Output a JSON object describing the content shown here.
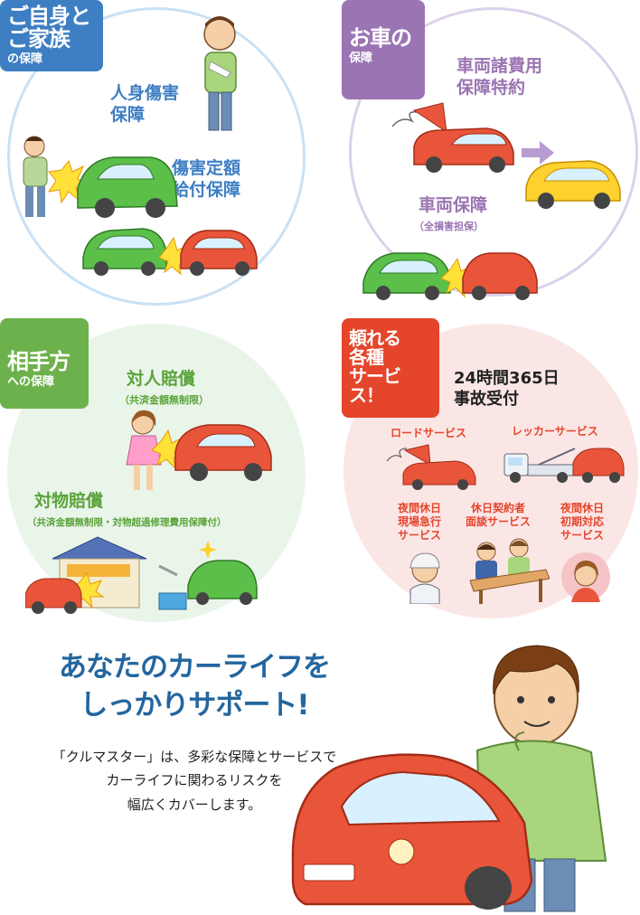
{
  "q1": {
    "tag_line1": "ご自身と",
    "tag_line2": "ご家族",
    "tag_line3": "の保障",
    "item1_l1": "人身傷害",
    "item1_l2": "保障",
    "item2_l1": "傷害定額",
    "item2_l2": "給付保障"
  },
  "q2": {
    "tag_line1": "お車の",
    "tag_line2": "保障",
    "item1_l1": "車両諸費用",
    "item1_l2": "保障特約",
    "item2": "車両保障",
    "item2_sub": "（全損害担保）"
  },
  "q3": {
    "tag_line1": "相手方",
    "tag_line2": "への保障",
    "item1": "対人賠償",
    "item1_sub": "（共済金額無制限）",
    "item2": "対物賠償",
    "item2_sub": "（共済金額無制限・対物超過修理費用保障付）"
  },
  "q4": {
    "tag_line1": "頼れる",
    "tag_line2": "各種",
    "tag_line3": "サービス！",
    "headline_l1": "24時間365日",
    "headline_l2": "事故受付",
    "svc1": "ロードサービス",
    "svc2": "レッカーサービス",
    "svc3_l1": "夜間休日",
    "svc3_l2": "現場急行",
    "svc3_l3": "サービス",
    "svc4_l1": "休日契約者",
    "svc4_l2": "面談サービス",
    "svc5_l1": "夜間休日",
    "svc5_l2": "初期対応",
    "svc5_l3": "サービス"
  },
  "bottom": {
    "title_l1": "あなたのカーライフを",
    "title_l2": "しっかりサポート!",
    "body_l1": "「クルマスター」は、多彩な保障とサービスで",
    "body_l2": "カーライフに関わるリスクを",
    "body_l3": "幅広くカバーします。"
  },
  "colors": {
    "blue": "#3e7ec3",
    "purple": "#9b74b3",
    "green": "#6db14c",
    "red": "#e4452b",
    "navy": "#23669f"
  }
}
